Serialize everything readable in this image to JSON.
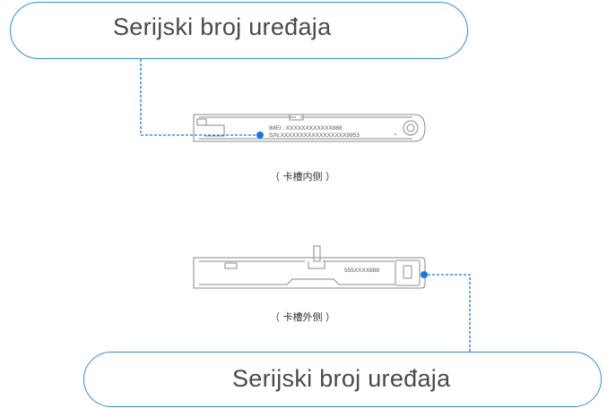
{
  "top_label": "Serijski broj uređaja",
  "bottom_label": "Serijski broj uređaja",
  "tray_inner": {
    "imei_text": "IMEI : XXXXXXXXXXXX888",
    "sn_text": "S/N:XXXXXXXXXXXXXXXXX9953",
    "caption": "（ 卡槽内侧 ）"
  },
  "tray_outer": {
    "serial_text": "555XXXX888",
    "caption": "（ 卡槽外侧 ）"
  },
  "colors": {
    "accent": "#1a73e8",
    "box_border": "#2f8fe0",
    "outline": "#8a8a8a",
    "text": "#4a4a4a"
  }
}
